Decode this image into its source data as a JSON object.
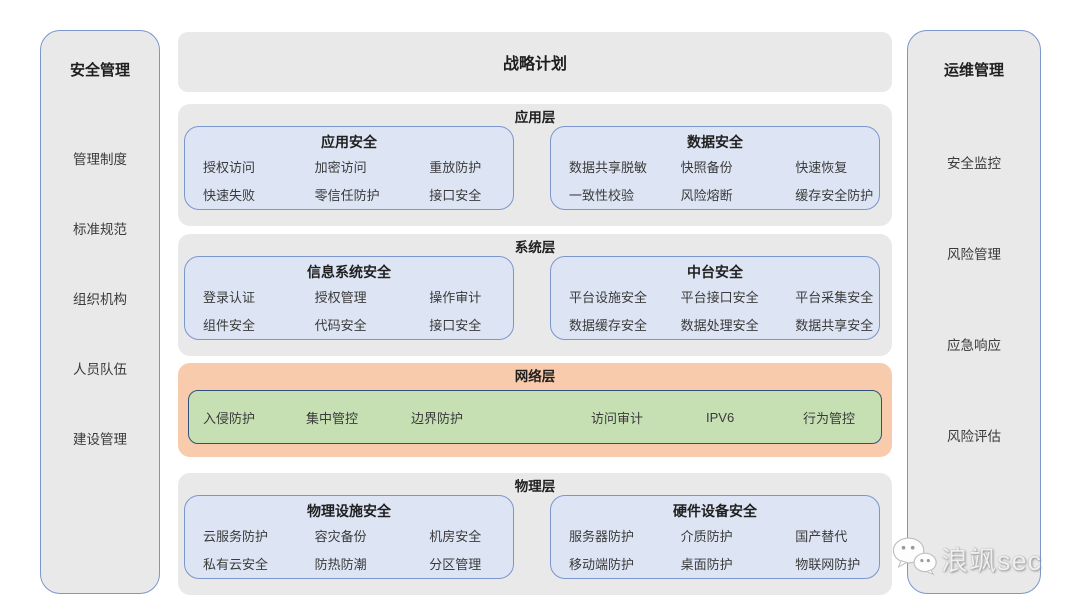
{
  "sidebar_left": {
    "title": "安全管理",
    "items": [
      "管理制度",
      "标准规范",
      "组织机构",
      "人员队伍",
      "建设管理"
    ]
  },
  "sidebar_right": {
    "title": "运维管理",
    "items": [
      "安全监控",
      "风险管理",
      "应急响应",
      "风险评估"
    ]
  },
  "strategic": {
    "label": "战略计划"
  },
  "app_layer": {
    "label": "应用层",
    "group1": {
      "title": "应用安全",
      "items": [
        "授权访问",
        "加密访问",
        "重放防护",
        "快速失败",
        "零信任防护",
        "接口安全"
      ]
    },
    "group2": {
      "title": "数据安全",
      "items": [
        "数据共享脱敏",
        "快照备份",
        "快速恢复",
        "一致性校验",
        "风险熔断",
        "缓存安全防护"
      ]
    }
  },
  "system_layer": {
    "label": "系统层",
    "group1": {
      "title": "信息系统安全",
      "items": [
        "登录认证",
        "授权管理",
        "操作审计",
        "组件安全",
        "代码安全",
        "接口安全"
      ]
    },
    "group2": {
      "title": "中台安全",
      "items": [
        "平台设施安全",
        "平台接口安全",
        "平台采集安全",
        "数据缓存安全",
        "数据处理安全",
        "数据共享安全"
      ]
    }
  },
  "network_layer": {
    "label": "网络层",
    "items": [
      "入侵防护",
      "集中管控",
      "边界防护",
      "访问审计",
      "IPV6",
      "行为管控"
    ]
  },
  "physical_layer": {
    "label": "物理层",
    "group1": {
      "title": "物理设施安全",
      "items": [
        "云服务防护",
        "容灾备份",
        "机房安全",
        "私有云安全",
        "防热防潮",
        "分区管理"
      ]
    },
    "group2": {
      "title": "硬件设备安全",
      "items": [
        "服务器防护",
        "介质防护",
        "国产替代",
        "移动端防护",
        "桌面防护",
        "物联网防护"
      ]
    }
  },
  "watermark": {
    "text": "浪飒sec",
    "icon": "wechat-icon"
  },
  "colors": {
    "section_bg": "#e9e9e9",
    "box_bg": "#dde5f4",
    "box_border": "#7b96cc",
    "network_bg": "#f8cbad",
    "network_inner_bg": "#c6e0b4",
    "network_inner_border": "#2f5179",
    "sidebar_border": "#7b96cc",
    "text": "#3a3a3a"
  }
}
